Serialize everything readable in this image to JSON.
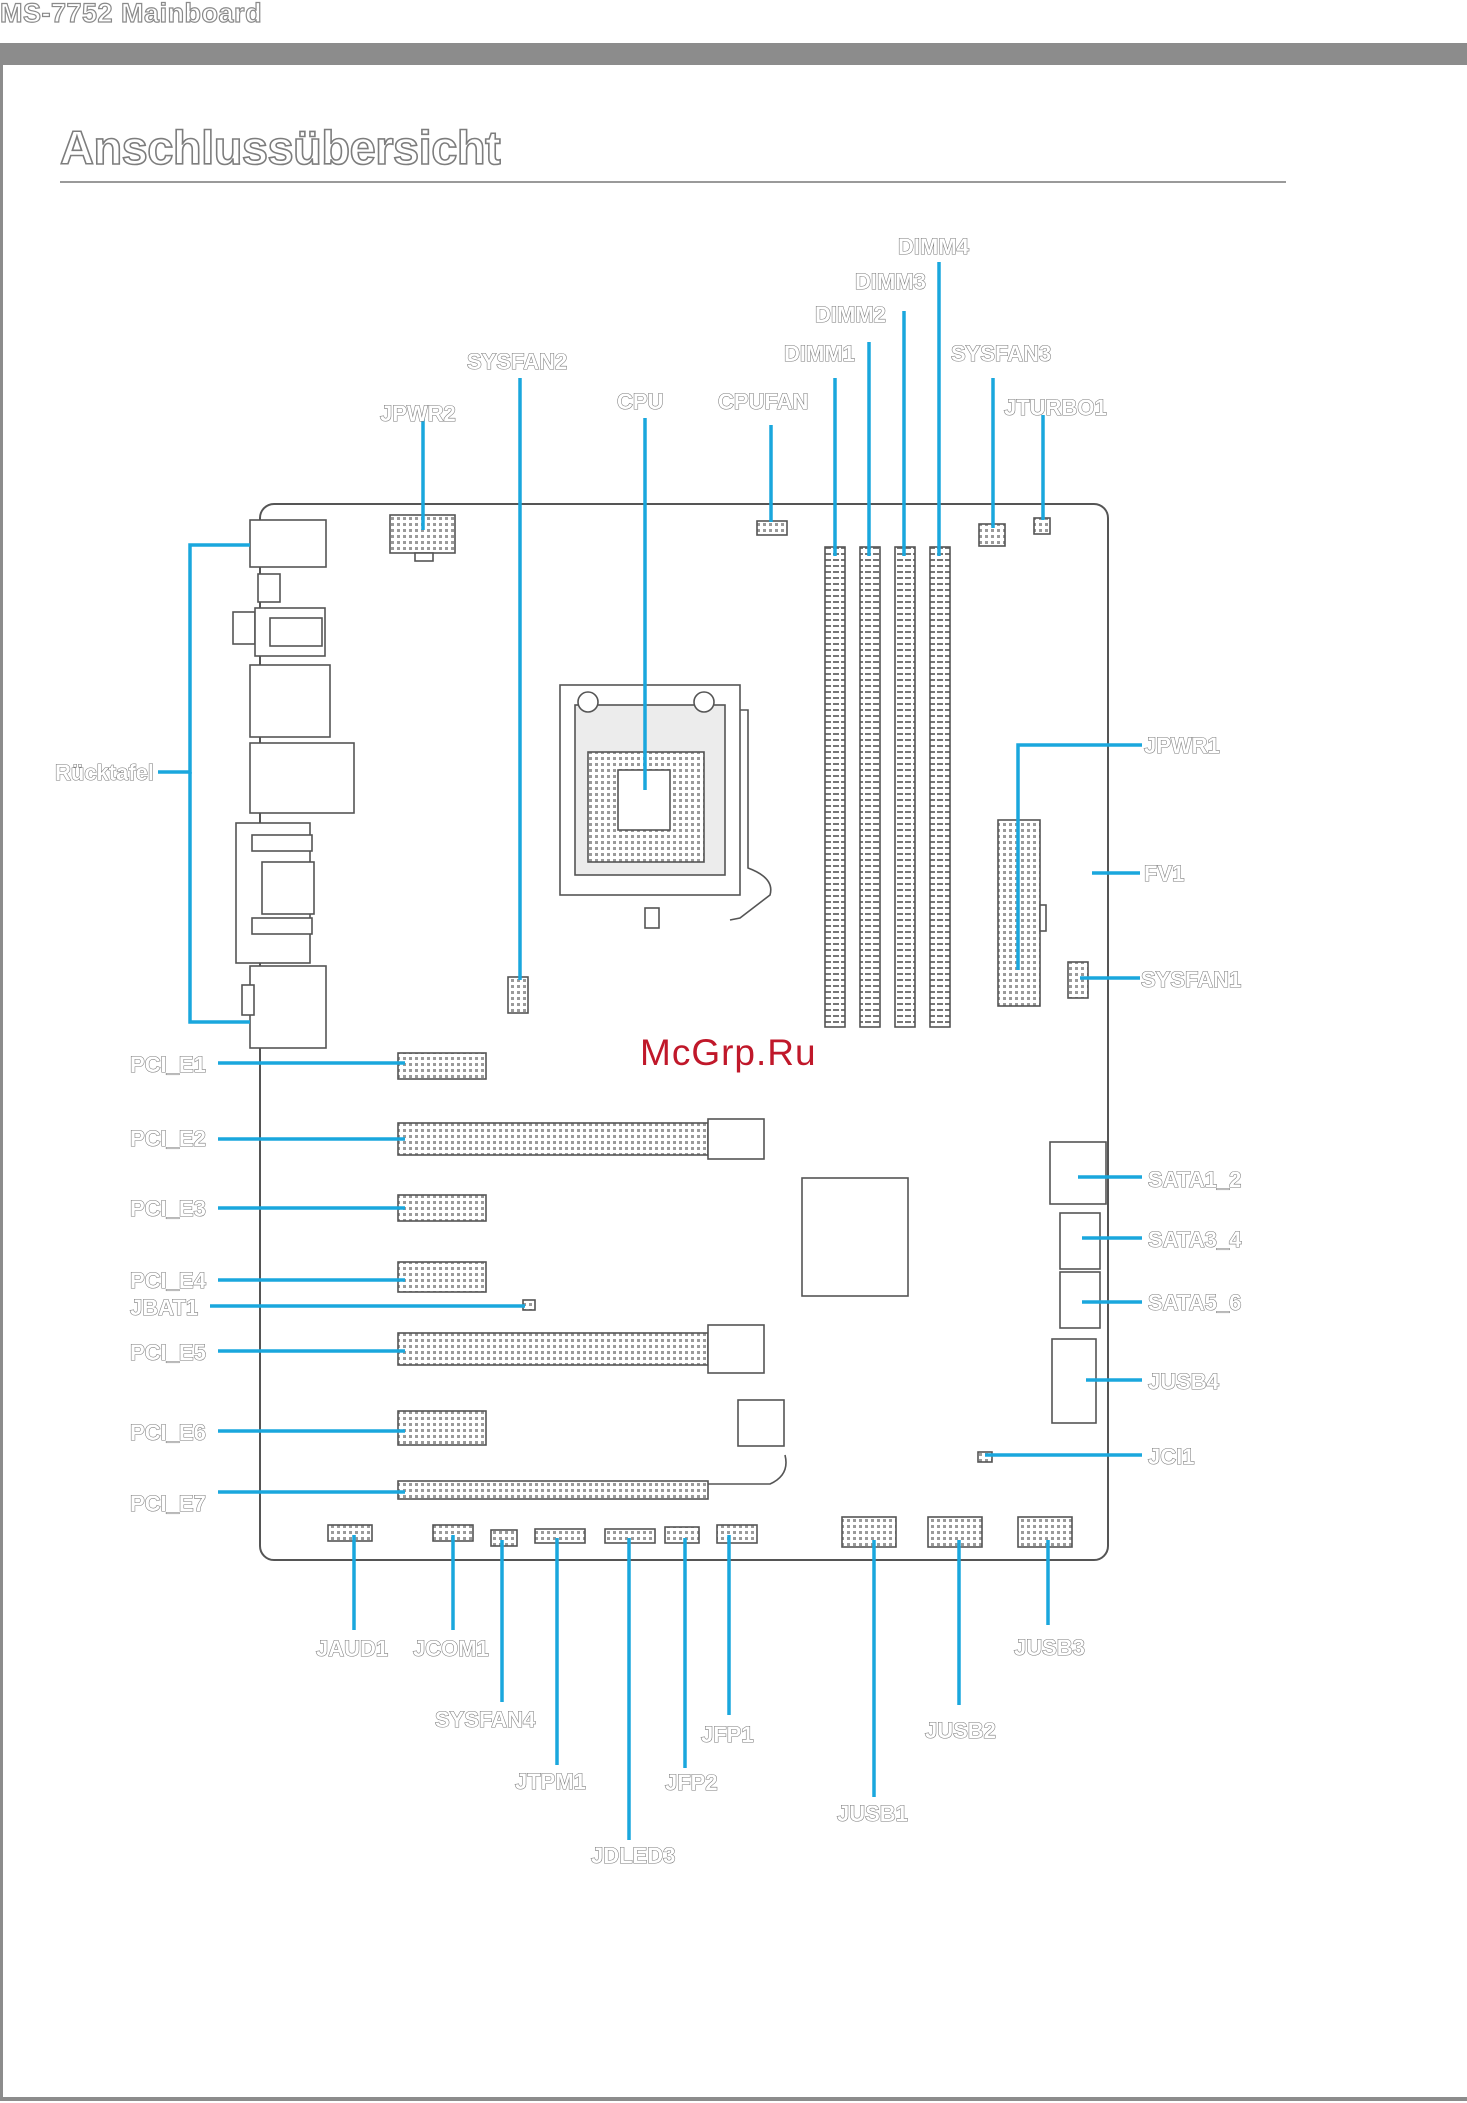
{
  "header": {
    "model": "MS-7752 Mainboard"
  },
  "page": {
    "title": "Anschlussübersicht"
  },
  "watermark": "McGrp.Ru",
  "colors": {
    "leader": "#1aa7dd",
    "outline": "#555555",
    "label_stroke": "#7a7a7a",
    "bar": "#8c8c8c",
    "watermark": "#c0182a"
  },
  "labels": {
    "dimm4": "DIMM4",
    "dimm3": "DIMM3",
    "dimm2": "DIMM2",
    "dimm1": "DIMM1",
    "sysfan3": "SYSFAN3",
    "sysfan2": "SYSFAN2",
    "jpwr2": "JPWR2",
    "cpu": "CPU",
    "cpufan": "CPUFAN",
    "jturbo1": "JTURBO1",
    "jpwr1": "JPWR1",
    "fv1": "FV1",
    "sysfan1": "SYSFAN1",
    "ruecktafel": "Rücktafel",
    "pci_e1": "PCI_E1",
    "pci_e2": "PCI_E2",
    "pci_e3": "PCI_E3",
    "pci_e4": "PCI_E4",
    "jbat1": "JBAT1",
    "pci_e5": "PCI_E5",
    "pci_e6": "PCI_E6",
    "pci_e7": "PCI_E7",
    "sata1_2": "SATA1_2",
    "sata3_4": "SATA3_4",
    "sata5_6": "SATA5_6",
    "jusb4": "JUSB4",
    "jci1": "JCI1",
    "jaud1": "JAUD1",
    "jcom1": "JCOM1",
    "sysfan4": "SYSFAN4",
    "jtpm1": "JTPM1",
    "jdled3": "JDLED3",
    "jfp2": "JFP2",
    "jfp1": "JFP1",
    "jusb1": "JUSB1",
    "jusb2": "JUSB2",
    "jusb3": "JUSB3"
  }
}
